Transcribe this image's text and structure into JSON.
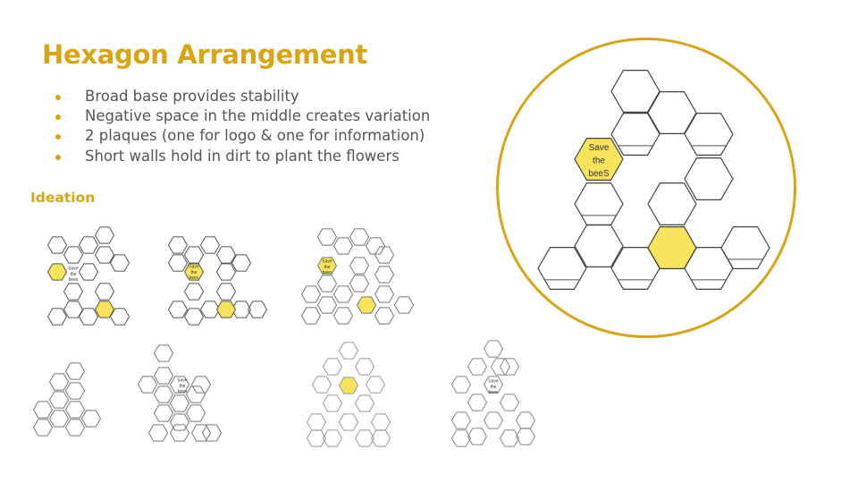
{
  "title": "Hexagon Arrangement",
  "bullets": [
    "Broad base provides stability",
    "Negative space in the middle creates variation",
    "2 plaques (one for logo & one for information)",
    "Short walls hold in dirt to plant the flowers"
  ],
  "subtitle": "Ideation",
  "plaque_text": {
    "large": [
      "Save",
      "the",
      "beeS"
    ],
    "small": [
      "Save",
      "the",
      "bees"
    ]
  },
  "colors": {
    "accent": "#d9a516",
    "highlight": "#f7e45c",
    "hex_stroke": "#555555",
    "text": "#555555"
  }
}
